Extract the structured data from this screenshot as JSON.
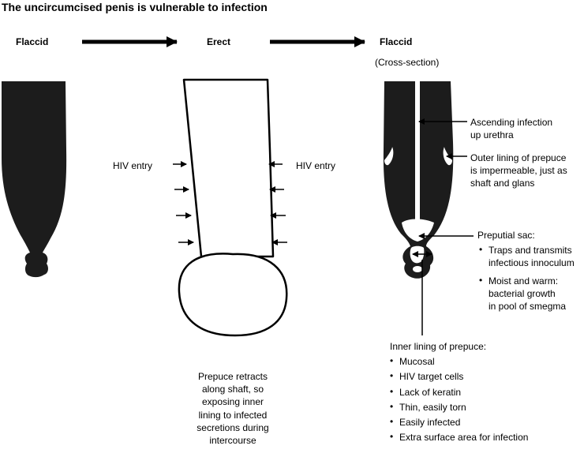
{
  "title": "The uncircumcised penis is vulnerable to infection",
  "stages": {
    "left": "Flaccid",
    "middle": "Erect",
    "right": "Flaccid",
    "right_sub": "(Cross-section)"
  },
  "hiv": {
    "left": "HIV entry",
    "right": "HIV entry"
  },
  "retract_note": [
    "Prepuce retracts",
    "along shaft, so",
    "exposing inner",
    "lining to infected",
    "secretions during",
    "intercourse"
  ],
  "ascending": [
    "Ascending infection",
    "up urethra"
  ],
  "outer": [
    "Outer lining of prepuce",
    "is impermeable, just as",
    "shaft and glans"
  ],
  "sac": {
    "title": "Preputial sac:",
    "items": [
      [
        "Traps and transmits",
        "infectious innoculum"
      ],
      [
        "Moist and warm:",
        "bacterial growth",
        "in pool of smegma"
      ]
    ]
  },
  "inner": {
    "title": "Inner lining of prepuce:",
    "items": [
      "Mucosal",
      "HIV target cells",
      "Lack of keratin",
      "Thin, easily torn",
      "Easily infected",
      "Extra surface area for infection"
    ]
  },
  "colors": {
    "fill": "#1c1c1c",
    "ink": "#000000",
    "background": "#ffffff"
  }
}
